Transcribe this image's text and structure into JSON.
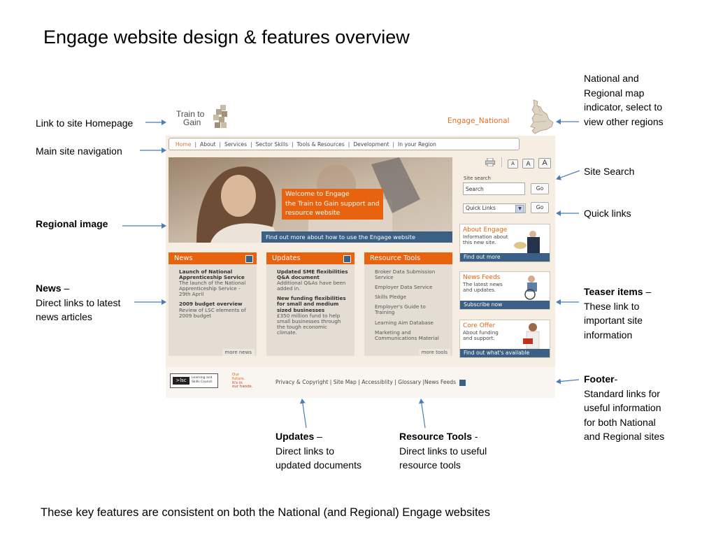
{
  "slide": {
    "title": "Engage website design & features overview",
    "footer_note": "These key features are consistent on both the National (and Regional) Engage websites"
  },
  "callouts": {
    "homepage": "Link to site Homepage",
    "main_nav": "Main site navigation",
    "regional_image": "Regional image",
    "news_bold": "News",
    "news_rest": " –",
    "news_line2": "Direct links to latest",
    "news_line3": "news articles",
    "map_line1": "National and",
    "map_line2": "Regional map",
    "map_line3": "indicator, select to",
    "map_line4": "view other regions",
    "site_search": "Site Search",
    "quick_links": "Quick links",
    "teaser_bold": "Teaser items",
    "teaser_rest": " –",
    "teaser_line2": "These link to",
    "teaser_line3": "important site",
    "teaser_line4": "information",
    "footer_bold": "Footer",
    "footer_rest": "-",
    "footer_line2": "Standard links for",
    "footer_line3": "useful information",
    "footer_line4": "for both National",
    "footer_line5": "and Regional sites",
    "updates_bold": "Updates",
    "updates_rest": " –",
    "updates_line2": "Direct links to",
    "updates_line3": "updated documents",
    "tools_bold": "Resource Tools",
    "tools_rest": " -",
    "tools_line2": "Direct links to useful",
    "tools_line3": "resource tools"
  },
  "site": {
    "logo_line1": "Train to",
    "logo_line2": "Gain",
    "region_label": "Engage_National",
    "nav": [
      "Home",
      "About",
      "Services",
      "Sector Skills",
      "Tools & Resources",
      "Development",
      "In your Region"
    ],
    "hero_banner": [
      "Welcome to Engage",
      "the Train to Gain support and",
      "resource website"
    ],
    "hero_link": "Find out more about how to use the Engage website",
    "text_sizes": [
      "A",
      "A",
      "A"
    ],
    "search_label": "Site search",
    "search_value": "Search",
    "go_label": "Go",
    "quick_links_value": "Quick Links",
    "news": {
      "title": "News",
      "item1_title": "Launch of National Apprenticeship Service",
      "item1_text": "The launch of the National Apprenticeship Service - 29th April",
      "item2_title": "2009 budget overview",
      "item2_text": "Review of LSC elements of 2009 budget",
      "more": "more news"
    },
    "updates": {
      "title": "Updates",
      "item1_title": "Updated SME flexibilities Q&A document",
      "item1_text": "Additional Q&As have been added in.",
      "item2_title": "New funding flexibilities for small and medium sized businesses",
      "item2_text": "£350 million fund to help small businesses through the tough economic climate."
    },
    "tools": {
      "title": "Resource Tools",
      "items": [
        "Broker Data Submission Service",
        "Employer Data Service",
        "Skills Pledge",
        "Employer's Guide to Training",
        "Learning Aim Database",
        "Marketing and Communications Material"
      ],
      "more": "more tools"
    },
    "teasers": [
      {
        "title": "About Engage",
        "text": "Information about this new site.",
        "link": "Find out more"
      },
      {
        "title": "News Feeds",
        "text": "The latest news and updates.",
        "link": "Subscribe now"
      },
      {
        "title": "Core Offer",
        "text": "About funding and support.",
        "link": "Find out what's available"
      }
    ],
    "footer": {
      "lsc_badge": ">lsc",
      "lsc_text": "Learning and Skills Council",
      "future_1": "Our",
      "future_2": "future.",
      "future_3": "It's in",
      "future_4": "our hands.",
      "links": [
        "Privacy & Copyright",
        "Site Map",
        "Accessiblity",
        "Glossary",
        "News Feeds"
      ]
    }
  },
  "colors": {
    "accent_orange": "#e8630f",
    "nav_blue": "#3b5f85",
    "arrow_blue": "#4a7ebb"
  }
}
